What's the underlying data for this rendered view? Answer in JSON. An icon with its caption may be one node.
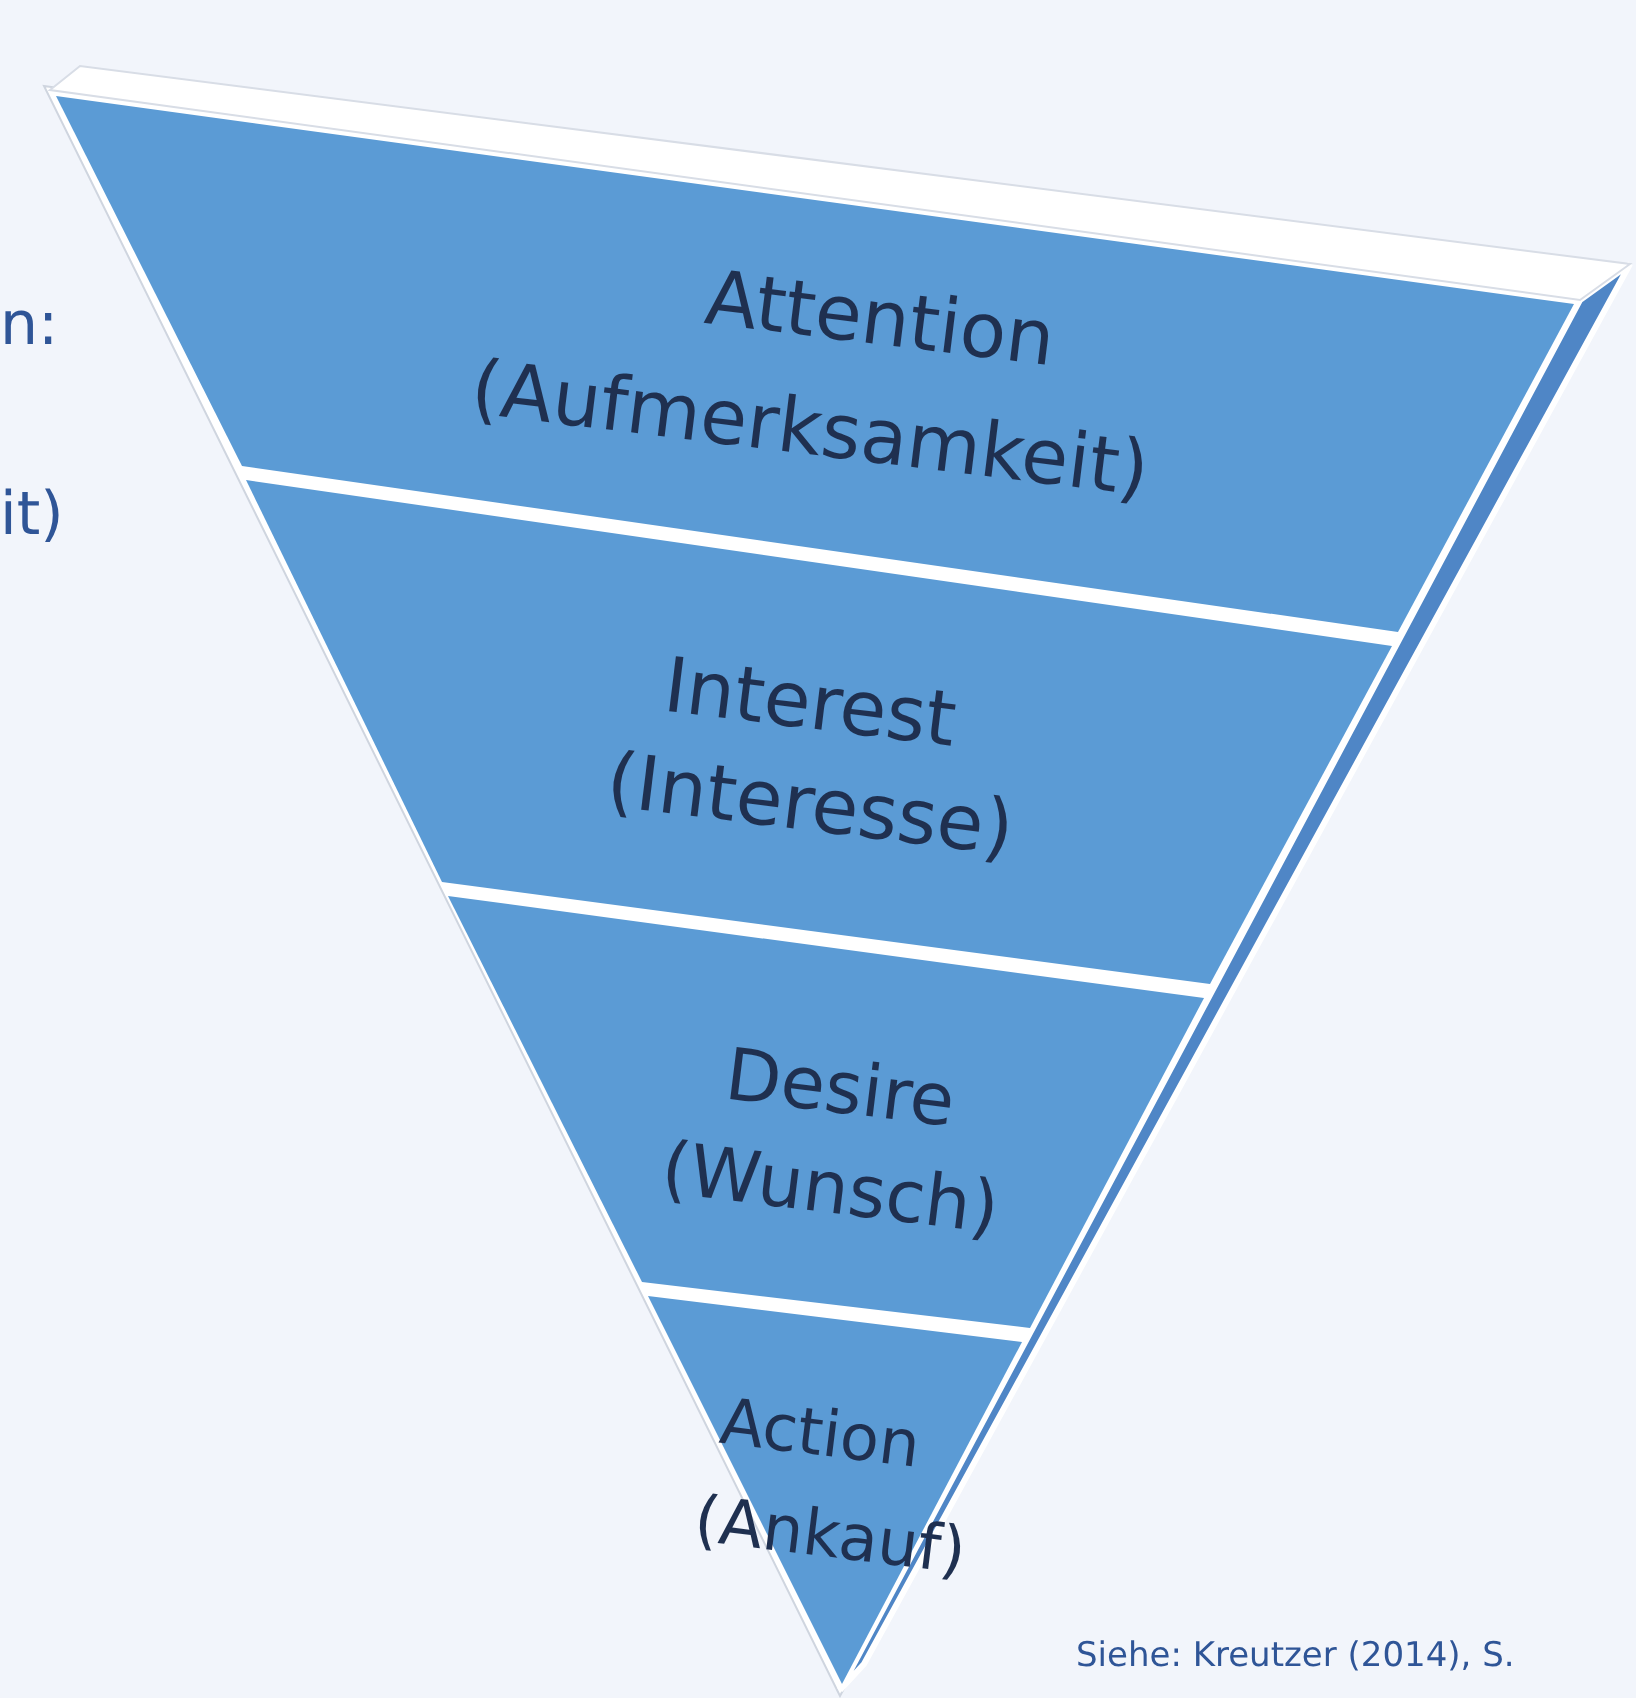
{
  "diagram": {
    "nodes": [
      {
        "text": [
          "Attention",
          "(Aufmerksamkeit)"
        ]
      },
      {
        "text": [
          "Interest",
          "(Interesse)"
        ]
      },
      {
        "text": [
          "Desire",
          "(Wunsch)"
        ]
      },
      {
        "text": [
          "Action",
          "(Ankauf)"
        ]
      }
    ],
    "labels": [
      "n:",
      "it)",
      "Siehe: Kreutzer (2014), S."
    ]
  }
}
